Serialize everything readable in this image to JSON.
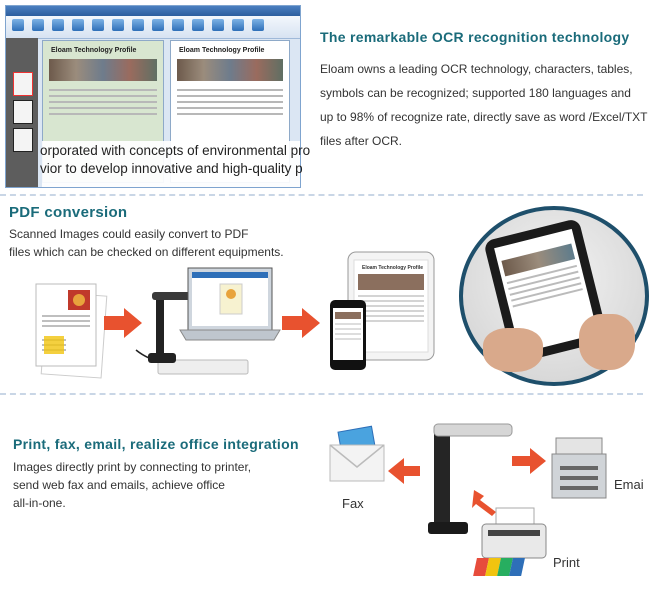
{
  "ocr_section": {
    "heading": "The remarkable OCR recognition technology",
    "lines": [
      "Eloam owns a leading OCR technology, characters, tables,",
      "symbols can be recognized; supported 180 languages and",
      "up to 98% of recognize rate, directly save as word /Excel/TXT",
      "files after OCR."
    ],
    "screenshot": {
      "left_page_title": "Eloam Technology Profile",
      "right_page_title": "Eloam Technology Profile",
      "overlay_line1": "orporated with concepts of environmental pro",
      "overlay_line2": "vior to develop innovative and high-quality p"
    }
  },
  "pdf_section": {
    "heading": "PDF conversion",
    "lines": [
      "Scanned Images could easily convert to PDF",
      "files which can be checked on different equipments."
    ],
    "ipad_title": "Eloam Technology Profile"
  },
  "print_section": {
    "heading": "Print, fax, email, realize office integration",
    "lines": [
      "Images directly print by connecting to printer,",
      "send web fax and emails, achieve office",
      "all-in-one."
    ],
    "labels": {
      "fax": "Fax",
      "email": "Emai",
      "print": "Print"
    }
  },
  "colors": {
    "heading": "#1a6b7a",
    "arrow": "#e8522f",
    "circle_border": "#1e4f6b"
  }
}
